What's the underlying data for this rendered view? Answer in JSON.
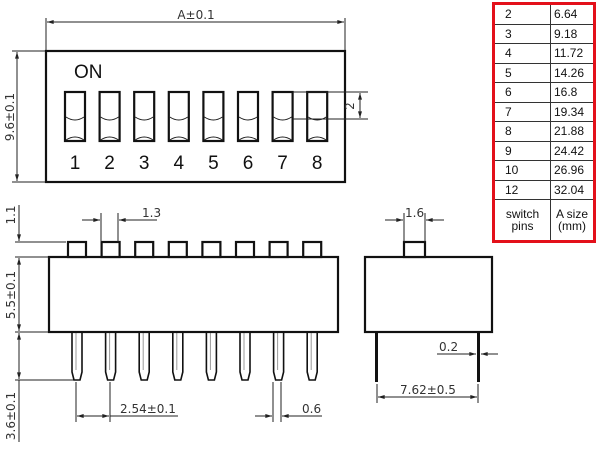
{
  "top_view": {
    "on_label": "ON",
    "switch_numbers": [
      "1",
      "2",
      "3",
      "4",
      "5",
      "6",
      "7",
      "8"
    ],
    "dim_width": "A±0.1",
    "dim_height": "9.6±0.1",
    "dim_actuator": "2"
  },
  "front_view": {
    "dim_actuator_height": "1.1",
    "dim_actuator_width": "1.3",
    "dim_body_height": "5.5±0.1",
    "dim_pin_length": "3.6±0.1",
    "dim_pitch": "2.54±0.1",
    "dim_pin_width": "0.6"
  },
  "side_view": {
    "dim_actuator_width": "1.6",
    "dim_pin_thickness": "0.2",
    "dim_row_spacing": "7.62±0.5"
  },
  "size_table": {
    "rows": [
      {
        "pins": "2",
        "a": "6.64"
      },
      {
        "pins": "3",
        "a": "9.18"
      },
      {
        "pins": "4",
        "a": "11.72"
      },
      {
        "pins": "5",
        "a": "14.26"
      },
      {
        "pins": "6",
        "a": "16.8"
      },
      {
        "pins": "7",
        "a": "19.34"
      },
      {
        "pins": "8",
        "a": "21.88"
      },
      {
        "pins": "9",
        "a": "24.42"
      },
      {
        "pins": "10",
        "a": "26.96"
      },
      {
        "pins": "12",
        "a": "32.04"
      }
    ],
    "header_pins": "switch pins",
    "header_a": "A size (mm)",
    "border_color": "#e3101a"
  }
}
